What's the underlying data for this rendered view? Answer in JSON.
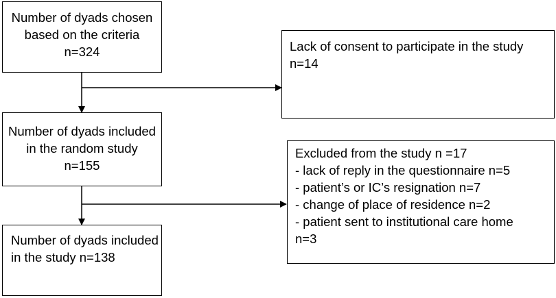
{
  "diagram": {
    "box_chosen": {
      "lines": [
        "Number of dyads chosen",
        "based on the criteria",
        "n=324"
      ]
    },
    "box_no_consent": {
      "lines": [
        "Lack of consent to participate in the study",
        "n=14"
      ]
    },
    "box_included_random": {
      "lines": [
        "Number of dyads included",
        "in the random study",
        "n=155"
      ]
    },
    "box_excluded": {
      "lines": [
        "Excluded from the study n =17",
        "- lack of reply in the questionnaire n=5",
        "- patient’s or IC’s resignation n=7",
        "- change of place of residence n=2",
        "- patient sent to institutional care home",
        "n=3"
      ]
    },
    "box_included_study": {
      "lines": [
        "Number of dyads included",
        "in the study n=138"
      ]
    }
  }
}
